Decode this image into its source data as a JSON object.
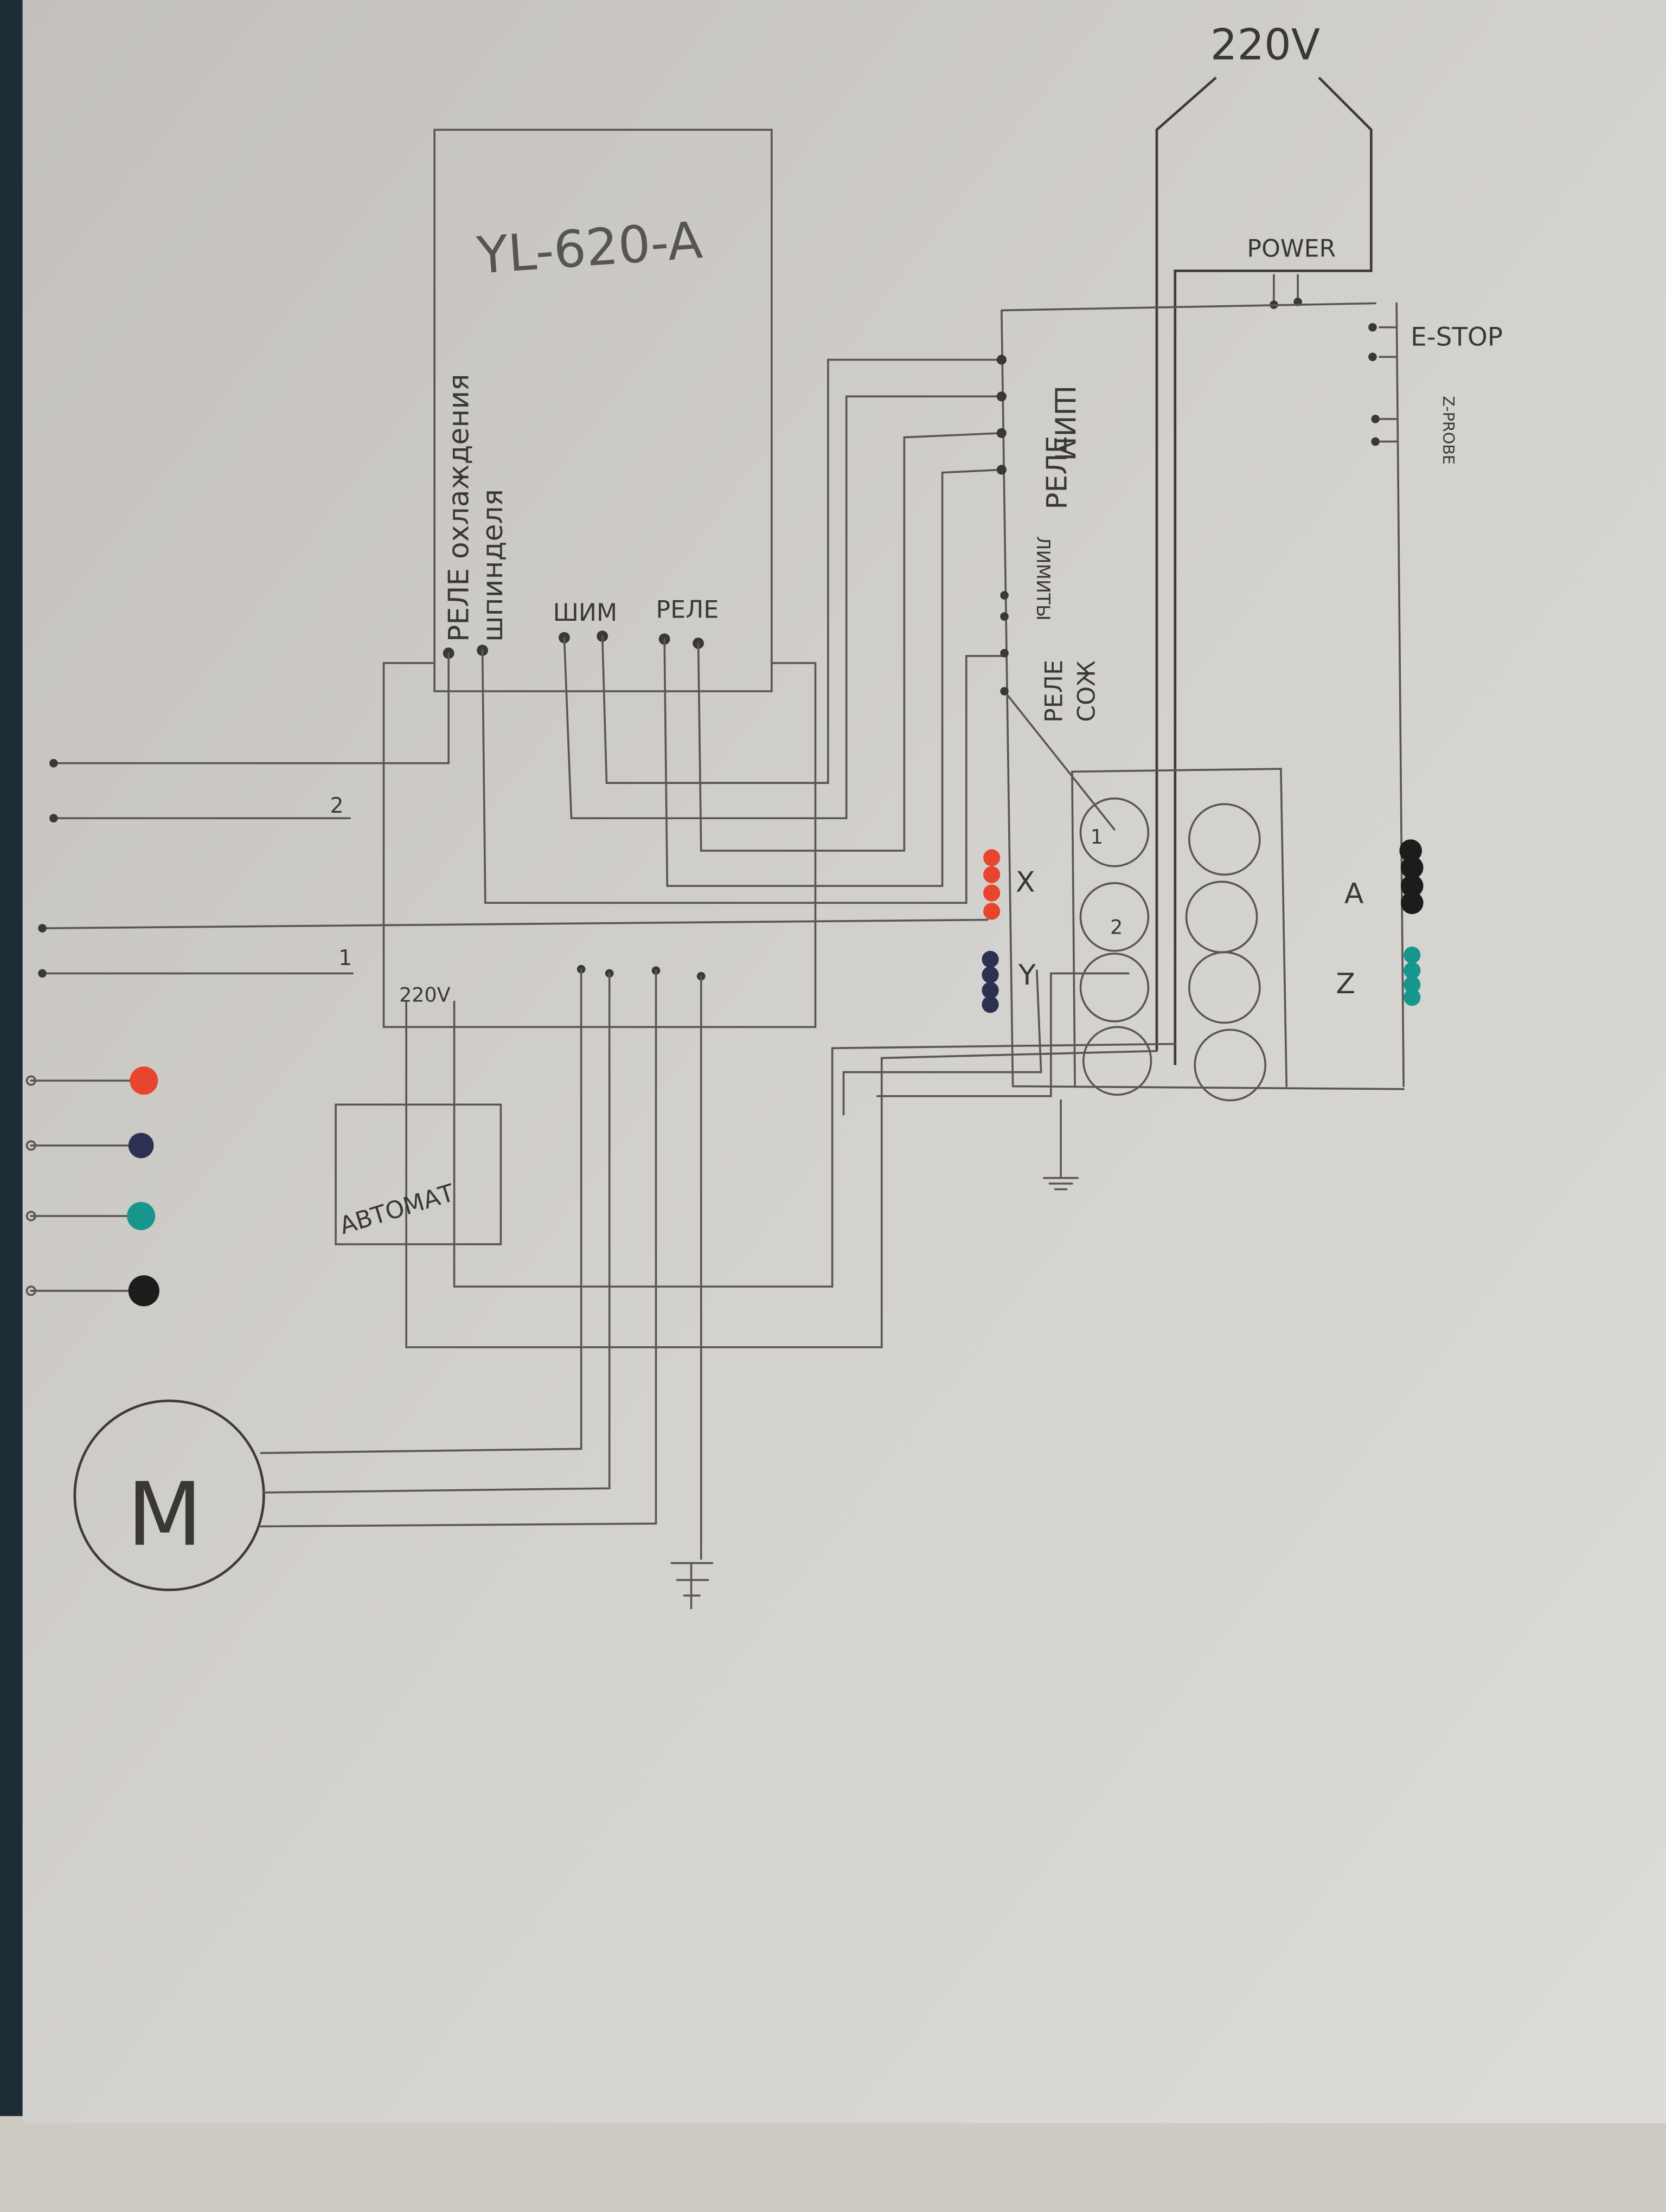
{
  "title": "Wiring diagram",
  "mains": {
    "label": "220V"
  },
  "vfd": {
    "model": "YL-620-A",
    "relay_label_line1": "РЕЛЕ охлаждения",
    "relay_label_line2": "шпинделя",
    "pwm_label": "ШИМ",
    "relay_label": "РЕЛЕ",
    "power_label": "220V"
  },
  "controller": {
    "power_label": "POWER",
    "estop_label": "E-STOP",
    "zprobe_label": "Z-PROBE",
    "pwm_label": "ШИМ",
    "relay_label": "РЕЛЕ",
    "limits_label": "ЛИМИТЫ",
    "coolant_label_line1": "РЕЛЕ",
    "coolant_label_line2": "СОЖ",
    "axes": [
      {
        "label": "X",
        "color": "#e8452f"
      },
      {
        "label": "Y",
        "color": "#2c3152"
      },
      {
        "label": "A",
        "color": "#1c1c1c"
      },
      {
        "label": "Z",
        "color": "#16968c"
      }
    ]
  },
  "connector": {
    "pin1_label": "1",
    "pin2_label": "2"
  },
  "left_wires": {
    "wire2_label": "2",
    "wire1_label": "1"
  },
  "breaker": {
    "label": "АВТОМАТ"
  },
  "motor": {
    "label": "M"
  },
  "legend_colors": [
    "#e8452f",
    "#2c3152",
    "#16968c",
    "#1c1c1c"
  ]
}
